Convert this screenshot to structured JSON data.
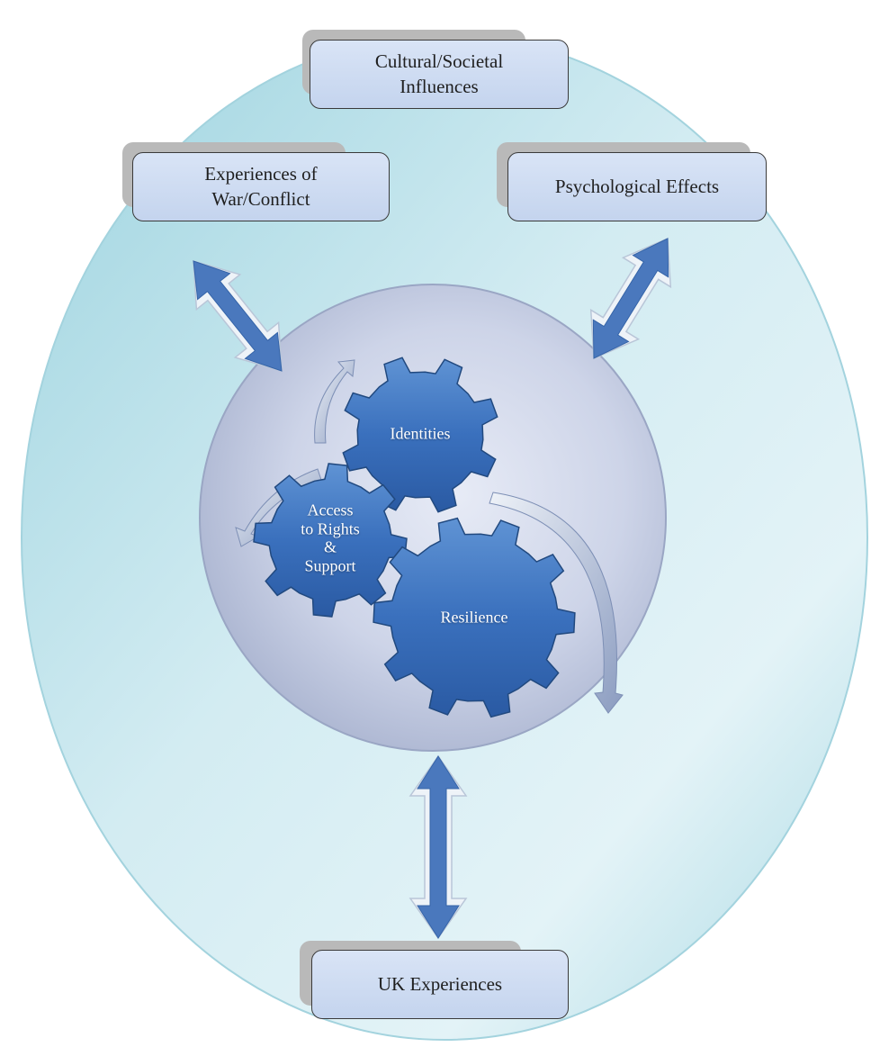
{
  "diagram": {
    "boxes": {
      "cultural": "Cultural/Societal\nInfluences",
      "war": "Experiences of\nWar/Conflict",
      "psych": "Psychological Effects",
      "uk": "UK Experiences"
    },
    "gears": {
      "identities": "Identities",
      "access": "Access\nto Rights\n&\nSupport",
      "resilience": "Resilience"
    }
  }
}
